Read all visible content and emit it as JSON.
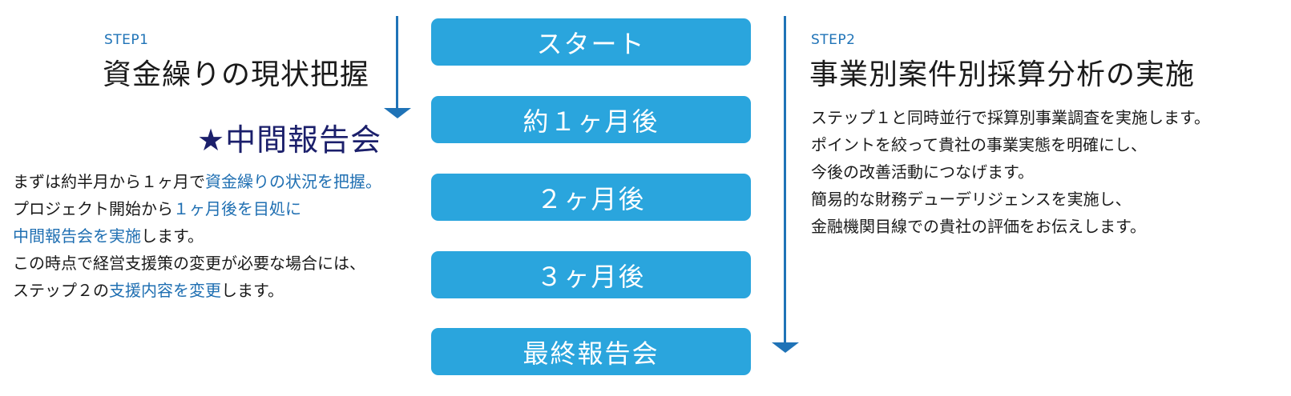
{
  "step1": {
    "tag": "STEP1",
    "title": "資金繰りの現状把握"
  },
  "step2": {
    "tag": "STEP2",
    "title": "事業別案件別採算分析の実施"
  },
  "interim_report": {
    "star": "★",
    "title": "中間報告会"
  },
  "timeline": [
    "スタート",
    "約１ヶ月後",
    "２ヶ月後",
    "３ヶ月後",
    "最終報告会"
  ],
  "step1_description": {
    "line1": {
      "normal": "まずは約半月から１ヶ月で",
      "highlight": "資金繰りの状況を把握。"
    },
    "line2": {
      "normal": "プロジェクト開始から",
      "highlight": "１ヶ月後を目処に"
    },
    "line3": {
      "highlight": "中間報告会を実施",
      "normal": "します。"
    },
    "line4": "この時点で経営支援策の変更が必要な場合には、",
    "line5": {
      "normal": "ステップ２の",
      "highlight": "支援内容を変更",
      "tail": "します。"
    }
  },
  "step2_description": [
    "ステップ１と同時並行で採算別事業調査を実施します。",
    "ポイントを絞って貴社の事業実態を明確にし、",
    "今後の改善活動につなげます。",
    "簡易的な財務デューデリジェンスを実施し、",
    "金融機関目線での貴社の評価をお伝えします。"
  ],
  "colors": {
    "accent_blue": "#1f73b7",
    "box_blue": "#2aa5dd",
    "interim_navy": "#1b1f6b",
    "highlight_text": "#1f6fb2"
  }
}
